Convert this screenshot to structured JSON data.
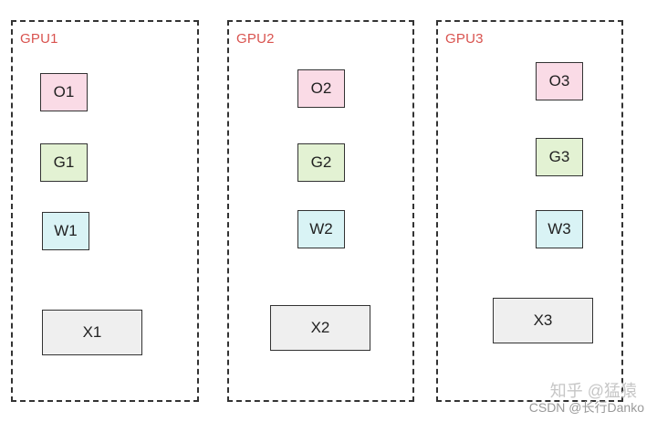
{
  "gpus": [
    {
      "label": "GPU1",
      "blocks": {
        "o": "O1",
        "g": "G1",
        "w": "W1",
        "x": "X1"
      }
    },
    {
      "label": "GPU2",
      "blocks": {
        "o": "O2",
        "g": "G2",
        "w": "W2",
        "x": "X2"
      }
    },
    {
      "label": "GPU3",
      "blocks": {
        "o": "O3",
        "g": "G3",
        "w": "W3",
        "x": "X3"
      }
    }
  ],
  "colors": {
    "label": "#d9534f",
    "o_fill": "#fadbe6",
    "g_fill": "#e3f2d3",
    "w_fill": "#d9f3f5",
    "x_fill": "#efefef",
    "border": "#333333"
  },
  "watermark": {
    "line1": "知乎 @猛猿",
    "line2": "CSDN @长行Danko"
  }
}
